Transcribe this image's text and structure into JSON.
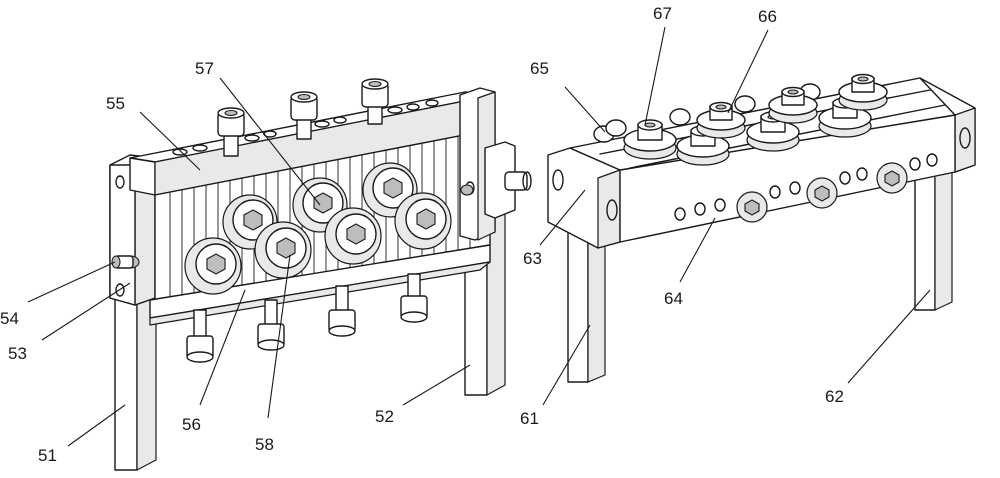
{
  "callouts": {
    "c51": "51",
    "c52": "52",
    "c53": "53",
    "c54": "54",
    "c55": "55",
    "c56": "56",
    "c57": "57",
    "c58": "58",
    "c61": "61",
    "c62": "62",
    "c63": "63",
    "c64": "64",
    "c65": "65",
    "c66": "66",
    "c67": "67"
  }
}
